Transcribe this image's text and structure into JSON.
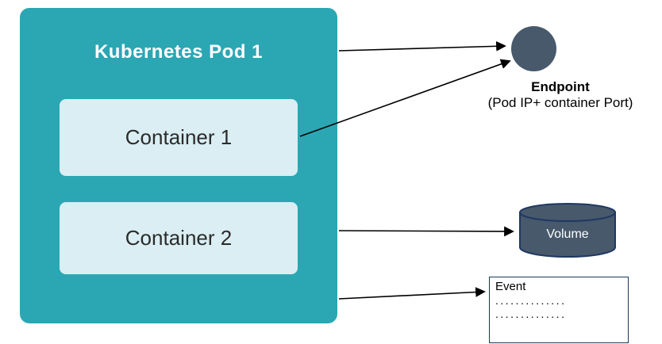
{
  "colors": {
    "pod_fill": "#2BA7B4",
    "pod_title_color": "#FFFFFF",
    "container_fill": "#DAEEF3",
    "container_text": "#2B2B2B",
    "node_fill": "#47596B",
    "volume_stroke": "#1F3864",
    "event_border": "#17375E",
    "arrow_color": "#000000"
  },
  "pod": {
    "title": "Kubernetes Pod 1",
    "containers": [
      {
        "label": "Container 1"
      },
      {
        "label": "Container 2"
      }
    ]
  },
  "endpoint": {
    "label": "Endpoint",
    "sublabel": "(Pod IP+ container Port)"
  },
  "volume": {
    "label": "Volume"
  },
  "event": {
    "label": "Event",
    "rows": [
      "..............",
      ".............."
    ]
  }
}
